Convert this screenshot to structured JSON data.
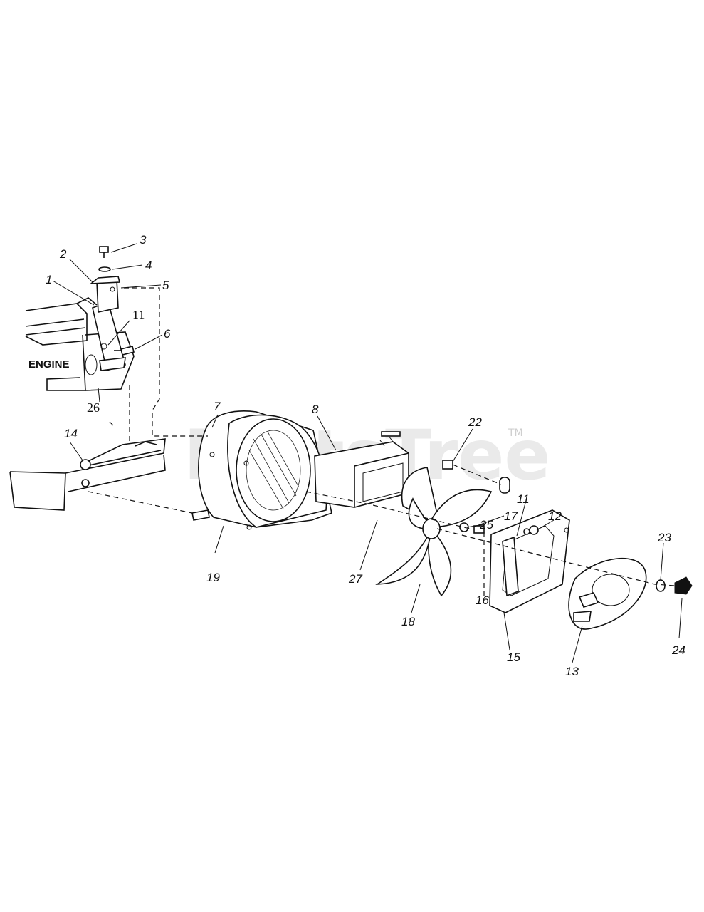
{
  "watermark": {
    "text": "PartsTree",
    "trademark": "TM"
  },
  "engine_label": "ENGINE",
  "callouts": [
    "1",
    "2",
    "3",
    "4",
    "5",
    "6",
    "7",
    "8",
    "11",
    "11",
    "12",
    "13",
    "14",
    "15",
    "16",
    "17",
    "18",
    "19",
    "22",
    "23",
    "24",
    "25",
    "26",
    "27"
  ]
}
